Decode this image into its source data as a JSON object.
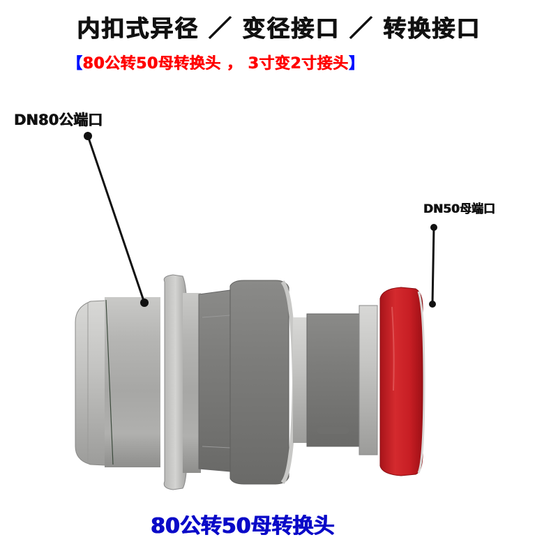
{
  "header": {
    "title": "内扣式异径 ／ 变径接口 ／ 转换接口",
    "subtitle_open": "【",
    "subtitle_text": "80公转50母转换头 ， 3寸变2寸接头",
    "subtitle_close": "】"
  },
  "callouts": {
    "male_port": "DN80公端口",
    "female_port": "DN50母端口"
  },
  "footer": {
    "product_name": "80公转50母转换头"
  },
  "colors": {
    "title": "#111111",
    "subtitle": "#ff0000",
    "bracket": "#0010ff",
    "footer": "#0a0ac8",
    "seal_ring": "#c81e22",
    "metal": "#9a9a98"
  }
}
